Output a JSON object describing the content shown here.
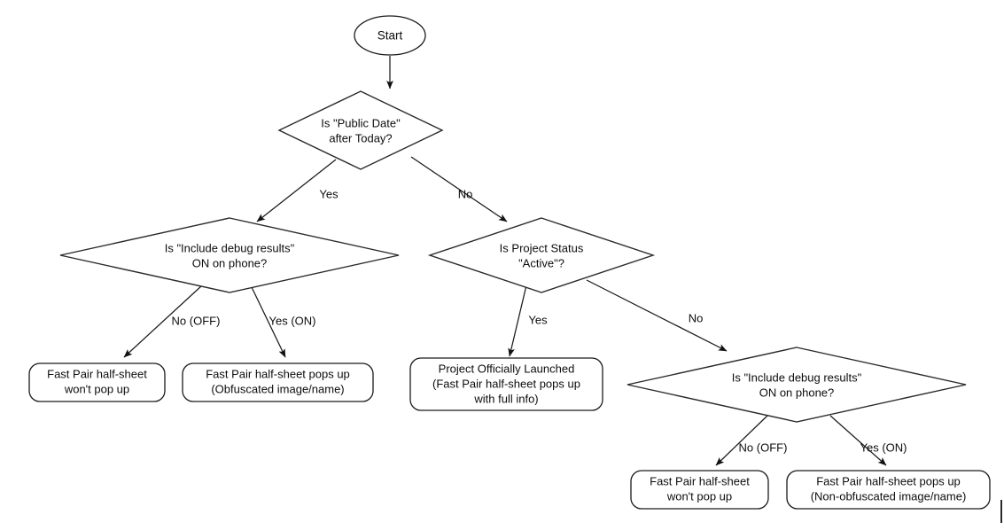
{
  "diagram": {
    "title": "Fast Pair half-sheet decision flow",
    "background_color": "#ffffff",
    "line_color": "#1a1a1a",
    "text_color": "#0d0d0d"
  },
  "nodes": {
    "start": {
      "type": "terminator-ellipse",
      "label": "Start",
      "lines": [
        "Start"
      ]
    },
    "decision_public_date": {
      "type": "decision",
      "lines": [
        "Is \"Public Date\"",
        "after Today?"
      ]
    },
    "decision_debug_left": {
      "type": "decision",
      "lines": [
        "Is \"Include debug results\"",
        "ON on phone?"
      ]
    },
    "decision_project_status": {
      "type": "decision",
      "lines": [
        "Is Project Status",
        "\"Active\"?"
      ]
    },
    "decision_debug_right": {
      "type": "decision",
      "lines": [
        "Is \"Include debug results\"",
        "ON on phone?"
      ]
    },
    "result_left_off": {
      "type": "rounded-box",
      "lines": [
        "Fast Pair half-sheet",
        "won't pop up"
      ]
    },
    "result_left_on": {
      "type": "rounded-box",
      "lines": [
        "Fast Pair half-sheet pops up",
        "(Obfuscated image/name)"
      ]
    },
    "result_launched": {
      "type": "rounded-box",
      "lines": [
        "Project Officially Launched",
        "(Fast Pair half-sheet pops up",
        "with full info)"
      ]
    },
    "result_right_off": {
      "type": "rounded-box",
      "lines": [
        "Fast Pair half-sheet",
        "won't pop up"
      ]
    },
    "result_right_on": {
      "type": "rounded-box",
      "lines": [
        "Fast Pair half-sheet pops up",
        "(Non-obfuscated image/name)"
      ]
    }
  },
  "edge_labels": {
    "public_date_yes": "Yes",
    "public_date_no": "No",
    "debug_left_no": "No (OFF)",
    "debug_left_yes": "Yes (ON)",
    "status_yes": "Yes",
    "status_no": "No",
    "debug_right_no": "No (OFF)",
    "debug_right_yes": "Yes (ON)"
  }
}
